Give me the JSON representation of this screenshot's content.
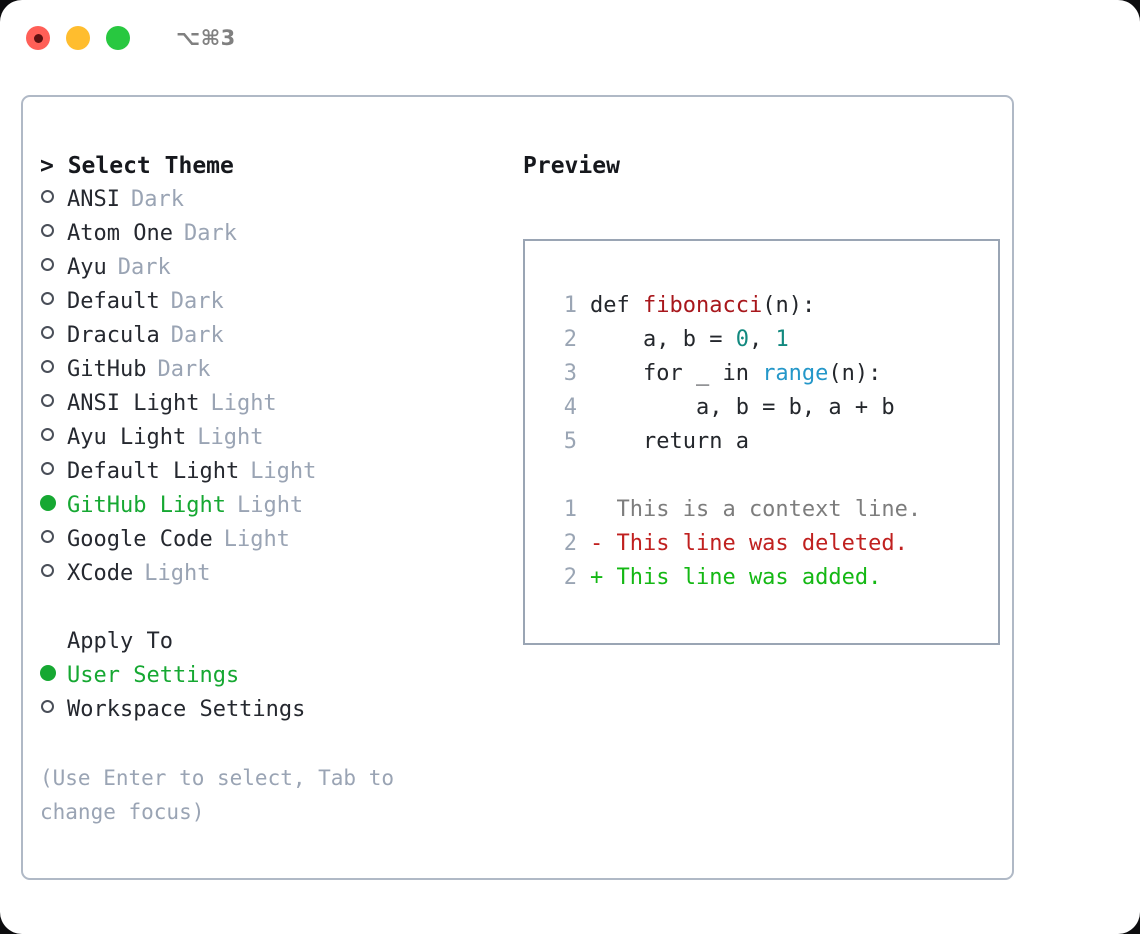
{
  "window": {
    "shortcut": "⌥⌘3",
    "traffic_lights": [
      {
        "name": "close",
        "color": "#ff5f57"
      },
      {
        "name": "minimize",
        "color": "#ffbd2e"
      },
      {
        "name": "maximize",
        "color": "#28c840"
      }
    ]
  },
  "colors": {
    "accent_green": "#16a832",
    "muted": "#9aa4b4",
    "text": "#25282f",
    "border": "#b0b9c6",
    "diff_add": "#14b814",
    "diff_del": "#c0201f",
    "diff_ctx": "#7d7d7d",
    "fn": "#a8171c",
    "num": "#12897f",
    "call": "#2497c9"
  },
  "theme_section": {
    "title": "> Select Theme",
    "items": [
      {
        "marker": "o",
        "label": "ANSI",
        "variant": "Dark",
        "selected": false
      },
      {
        "marker": "o",
        "label": "Atom One",
        "variant": "Dark",
        "selected": false
      },
      {
        "marker": "o",
        "label": "Ayu",
        "variant": "Dark",
        "selected": false
      },
      {
        "marker": "o",
        "label": "Default",
        "variant": "Dark",
        "selected": false
      },
      {
        "marker": "o",
        "label": "Dracula",
        "variant": "Dark",
        "selected": false
      },
      {
        "marker": "o",
        "label": "GitHub",
        "variant": "Dark",
        "selected": false
      },
      {
        "marker": "o",
        "label": "ANSI Light",
        "variant": "Light",
        "selected": false
      },
      {
        "marker": "o",
        "label": "Ayu Light",
        "variant": "Light",
        "selected": false
      },
      {
        "marker": "o",
        "label": "Default Light",
        "variant": "Light",
        "selected": false
      },
      {
        "marker": "●",
        "label": "GitHub Light",
        "variant": "Light",
        "selected": true
      },
      {
        "marker": "o",
        "label": "Google Code",
        "variant": "Light",
        "selected": false
      },
      {
        "marker": "o",
        "label": "XCode",
        "variant": "Light",
        "selected": false
      }
    ]
  },
  "apply_section": {
    "title": "Apply To",
    "items": [
      {
        "marker": "●",
        "label": "User Settings",
        "selected": true
      },
      {
        "marker": "o",
        "label": "Workspace Settings",
        "selected": false
      }
    ]
  },
  "hint": "(Use Enter to select, Tab to change focus)",
  "preview": {
    "title": "Preview",
    "code_lines": [
      {
        "no": "1",
        "parts": [
          {
            "t": "def ",
            "c": "plain"
          },
          {
            "t": "fibonacci",
            "c": "fn"
          },
          {
            "t": "(n):",
            "c": "plain"
          }
        ]
      },
      {
        "no": "2",
        "parts": [
          {
            "t": "    a, b = ",
            "c": "plain"
          },
          {
            "t": "0",
            "c": "num"
          },
          {
            "t": ", ",
            "c": "plain"
          },
          {
            "t": "1",
            "c": "num"
          }
        ]
      },
      {
        "no": "3",
        "parts": [
          {
            "t": "    for _ in ",
            "c": "plain"
          },
          {
            "t": "range",
            "c": "call"
          },
          {
            "t": "(n):",
            "c": "plain"
          }
        ]
      },
      {
        "no": "4",
        "parts": [
          {
            "t": "        a, b = b, a + b",
            "c": "plain"
          }
        ]
      },
      {
        "no": "5",
        "parts": [
          {
            "t": "    return a",
            "c": "plain"
          }
        ]
      }
    ],
    "diff_lines": [
      {
        "no": "1",
        "text": "  This is a context line.",
        "kind": "ctx"
      },
      {
        "no": "2",
        "text": "- This line was deleted.",
        "kind": "del"
      },
      {
        "no": "2",
        "text": "+ This line was added.",
        "kind": "add"
      }
    ]
  }
}
